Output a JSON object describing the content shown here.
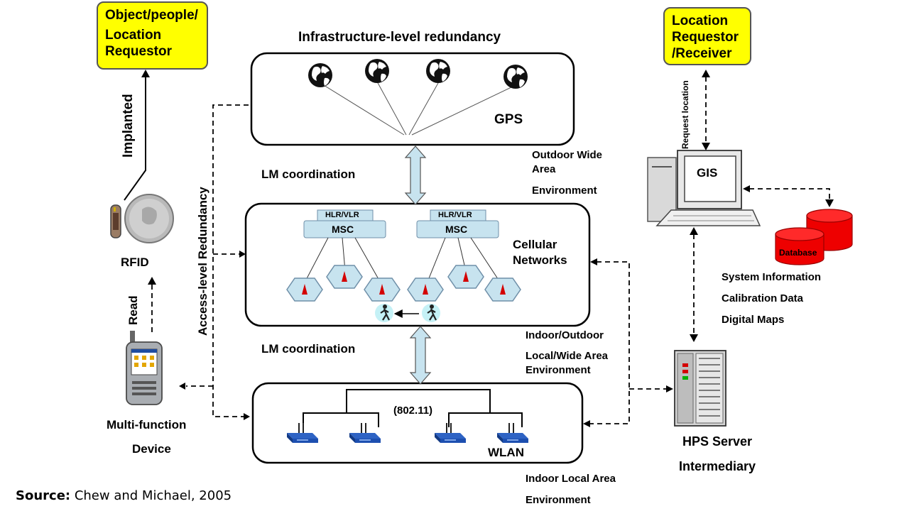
{
  "requestor_left": [
    "Object/people/",
    "Location",
    "Requestor"
  ],
  "requestor_right": [
    "Location",
    "Requestor",
    "/Receiver"
  ],
  "titles": {
    "infra_redundancy": "Infrastructure-level redundancy",
    "access_redundancy": "Access-level Redundancy",
    "lm_coordination_1": "LM coordination",
    "lm_coordination_2": "LM coordination"
  },
  "gps": {
    "label": "GPS",
    "env": [
      "Outdoor Wide",
      "Area",
      "Environment"
    ]
  },
  "cellular": {
    "label": [
      "Cellular",
      "Networks"
    ],
    "hlr_label": "HLR/VLR",
    "msc_label": "MSC",
    "env": [
      "Indoor/Outdoor",
      "Local/Wide Area",
      "Environment"
    ]
  },
  "wlan": {
    "label": "WLAN",
    "standard": "(802.11)",
    "env": [
      "Indoor Local Area",
      "Environment"
    ]
  },
  "left_side": {
    "implanted": "Implanted",
    "rfid": "RFID",
    "read": "Read",
    "device": [
      "Multi-function",
      "Device"
    ]
  },
  "gis": {
    "label": "GIS",
    "request_location": "Request  location"
  },
  "database": {
    "label": "Database",
    "info": [
      "System Information",
      "Calibration Data",
      "Digital Maps"
    ]
  },
  "server": {
    "label": [
      "HPS Server",
      "Intermediary"
    ]
  },
  "source": {
    "prefix": "Source:",
    "text": " Chew and Michael, 2005"
  },
  "colors": {
    "yellow": "#ffff00",
    "cell_fill": "#c7e3ef",
    "cell_stroke": "#6f8fa8",
    "db_red": "#ee0000",
    "router_blue": "#1d4fb0"
  }
}
